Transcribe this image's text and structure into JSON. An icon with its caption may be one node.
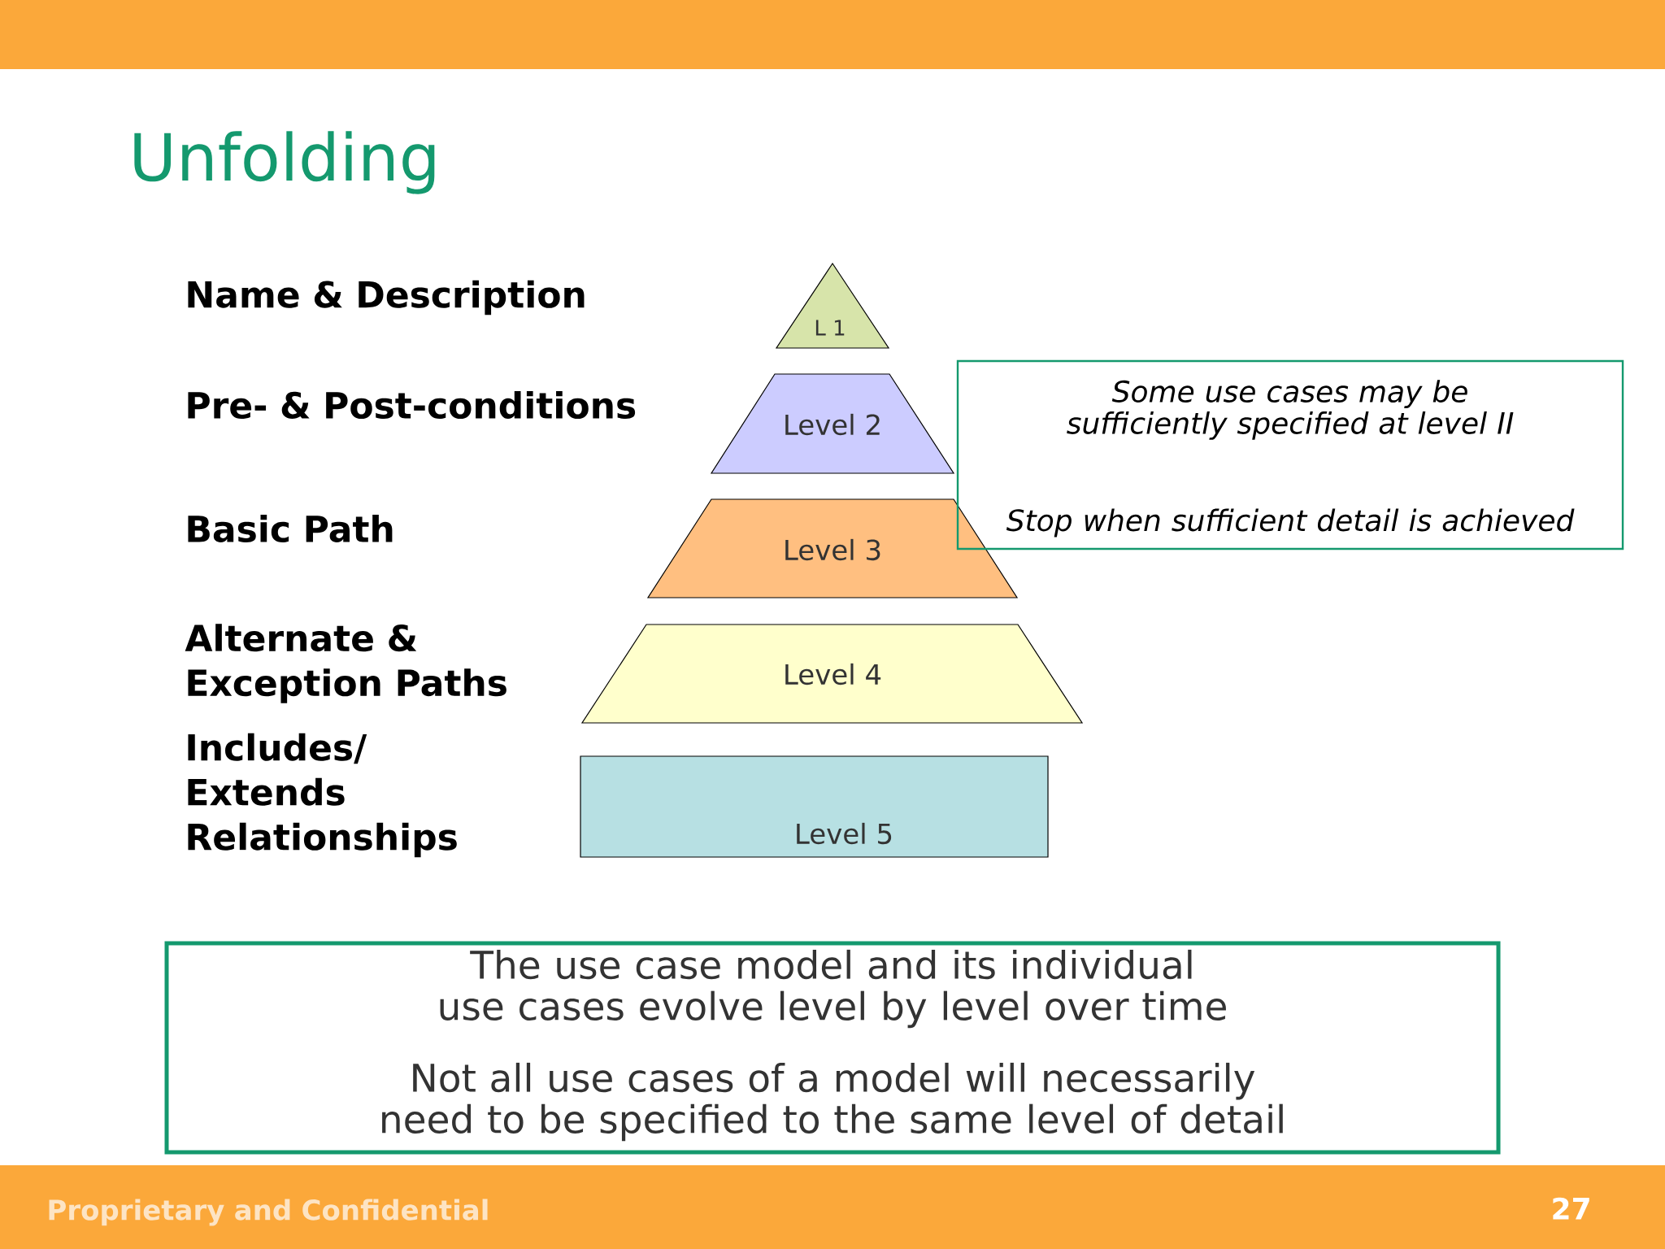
{
  "diagram": {
    "title": "Unfolding",
    "nodes": [
      {
        "text": [
          "L 1"
        ]
      },
      {
        "text": [
          "Level 2"
        ]
      },
      {
        "text": [
          "Level 3"
        ]
      },
      {
        "text": [
          "Level 4"
        ]
      },
      {
        "text": [
          "Level 5"
        ]
      },
      {
        "text": [
          "Some use cases may be sufficiently specified at level II",
          "Stop when sufficient detail is achieved"
        ]
      },
      {
        "text": [
          "The use case model and its individual use cases evolve level by level over time",
          "Not all use cases of a model will necessarily need to be specified to the same level of detail"
        ]
      }
    ],
    "edges": [],
    "labels": [
      "Name & Description",
      "Pre- & Post-conditions",
      "Basic Path",
      "Alternate & Exception Paths",
      "Includes/ Extends Relationships",
      "Proprietary and Confidential",
      "27"
    ]
  }
}
